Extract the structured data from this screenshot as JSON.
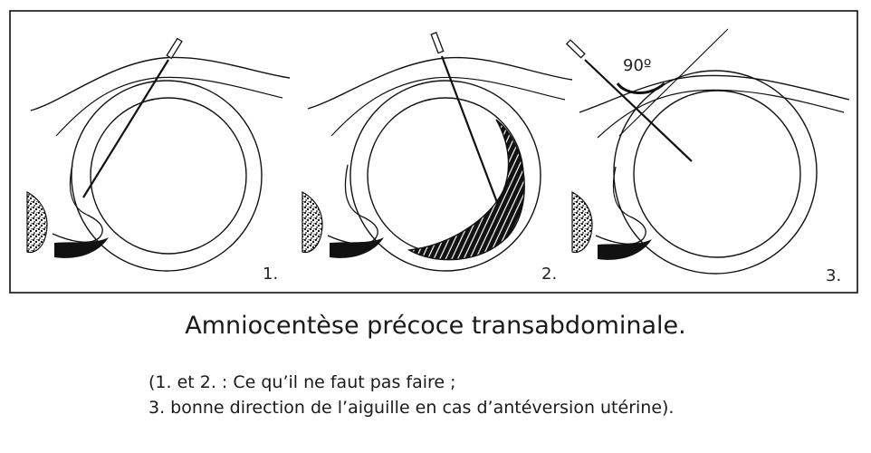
{
  "figure": {
    "panels": [
      {
        "number": "1."
      },
      {
        "number": "2."
      },
      {
        "number": "3."
      }
    ],
    "angle_label": "90º"
  },
  "caption": {
    "title": "Amniocentèse précoce transabdominale.",
    "note_line1": "(1. et 2. : Ce qu’il ne faut pas faire ;",
    "note_line2": "3. bonne direction de l’aiguille en cas d’antéversion utérine)."
  }
}
